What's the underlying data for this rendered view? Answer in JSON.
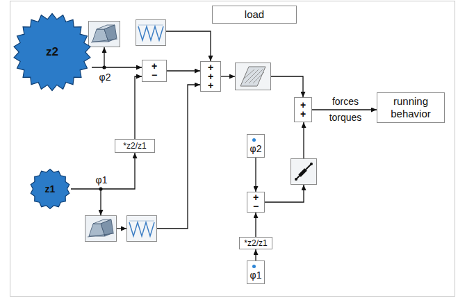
{
  "diagram": {
    "nodes": [
      {
        "text": [
          "z2"
        ]
      },
      {
        "text": [
          "load"
        ]
      },
      {
        "text": [
          "+",
          "−"
        ]
      },
      {
        "text": [
          "+",
          "+",
          "+"
        ]
      },
      {
        "text": [
          "+",
          "+"
        ]
      },
      {
        "text": [
          "running behavior"
        ]
      },
      {
        "text": [
          "*z2/z1"
        ]
      },
      {
        "text": [
          "φ2"
        ]
      },
      {
        "text": [
          "z1"
        ]
      },
      {
        "text": [
          "+",
          "−"
        ]
      },
      {
        "text": [
          "*z2/z1"
        ]
      },
      {
        "text": [
          "φ1"
        ]
      }
    ],
    "edges": [
      {
        "from": 0,
        "to": 2,
        "arrow": "to"
      },
      {
        "from": 8,
        "to": 6,
        "arrow": "to"
      },
      {
        "from": 6,
        "to": 2,
        "arrow": "to"
      },
      {
        "from": 2,
        "to": 3,
        "arrow": "to"
      },
      {
        "from": 4,
        "to": 5,
        "arrow": "to"
      },
      {
        "from": 7,
        "to": 9,
        "arrow": "to"
      },
      {
        "from": 11,
        "to": 10,
        "arrow": "to"
      },
      {
        "from": 10,
        "to": 9,
        "arrow": "to"
      }
    ],
    "labels": [
      "φ2",
      "φ1",
      "forces",
      "torques"
    ]
  }
}
